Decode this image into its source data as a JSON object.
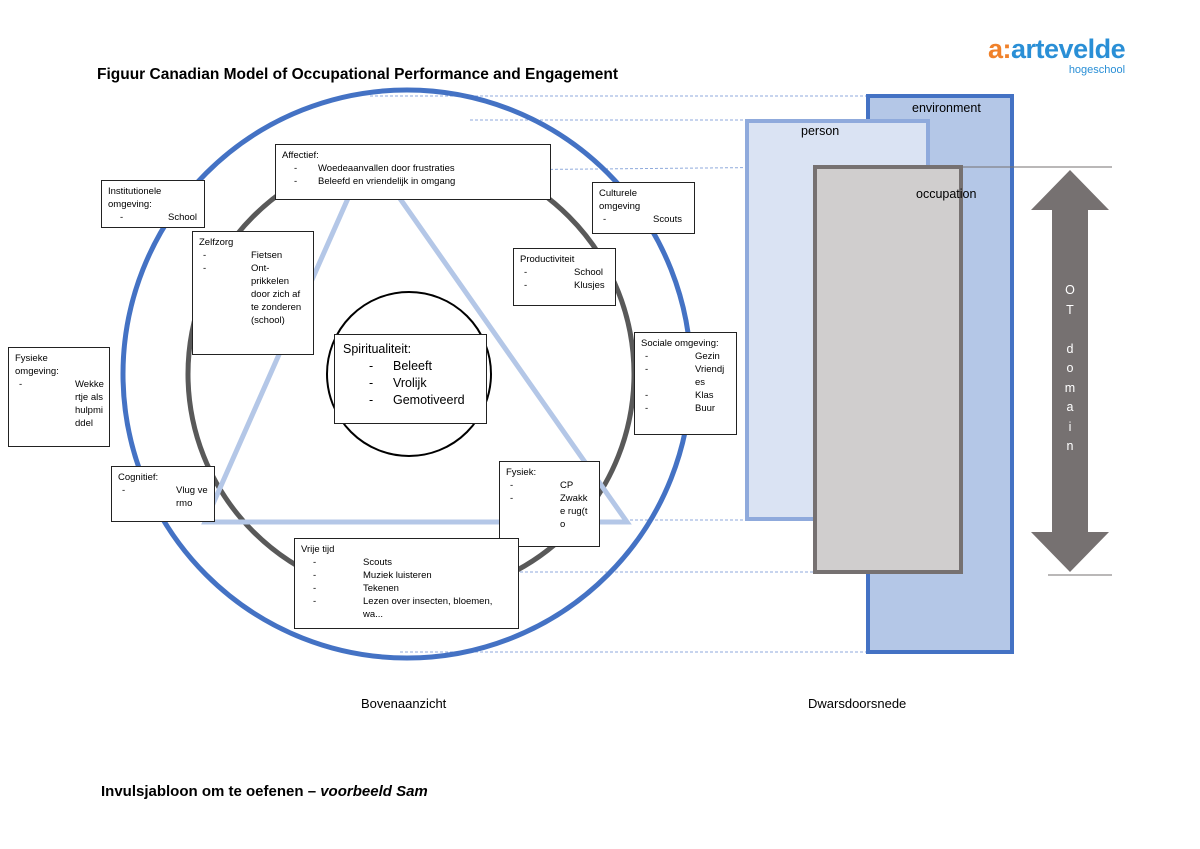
{
  "title": "Figuur Canadian Model of Occupational Performance and Engagement",
  "logo": {
    "brand": "artevelde",
    "sub": "hogeschool"
  },
  "captions": {
    "top_view": "Bovenaanzicht",
    "cross_section": "Dwarsdoorsnede"
  },
  "subtitle": {
    "main": "Invulsjabloon om te oefenen –",
    "italic": "voorbeeld Sam"
  },
  "boxes": {
    "affectief": {
      "title": "Affectief:",
      "items": [
        "Woedeaanvallen door frustraties",
        "Beleefd en vriendelijk in omgang"
      ]
    },
    "institutionele": {
      "title": "Institutionele omgeving:",
      "items": [
        "School"
      ]
    },
    "zelfzorg": {
      "title": "Zelfzorg",
      "items": [
        "Fietsen",
        "Ont-prikkelen door zich af te zonderen (school)"
      ]
    },
    "culturele": {
      "title": "Culturele omgeving",
      "items": [
        "Scouts"
      ]
    },
    "productiviteit": {
      "title": "Productiviteit",
      "items": [
        "School",
        "Klusjes"
      ]
    },
    "sociale": {
      "title": "Sociale omgeving:",
      "items": [
        "Gezin",
        "Vriendjes",
        "Klas",
        "Buur"
      ]
    },
    "fysieke": {
      "title": "Fysieke omgeving:",
      "items": [
        "Wekkertje als hulpmiddel"
      ]
    },
    "spiritualiteit": {
      "title": "Spiritualiteit:",
      "items": [
        "Beleeft",
        "Vrolijk",
        "Gemotiveerd"
      ]
    },
    "cognitief": {
      "title": "Cognitief:",
      "items": [
        "Vlug vermo"
      ]
    },
    "fysiek": {
      "title": "Fysiek:",
      "items": [
        "CP",
        "Zwakke rug(to"
      ]
    },
    "vrije_tijd": {
      "title": "Vrije tijd",
      "items": [
        "Scouts",
        "Muziek luisteren",
        "Tekenen",
        "Lezen over insecten, bloemen, wa..."
      ]
    }
  },
  "cross_section": {
    "environment": "environment",
    "person": "person",
    "occupation": "occupation",
    "ot_domain": [
      "O",
      "T",
      "",
      "d",
      "o",
      "m",
      "a",
      "i",
      "n"
    ]
  },
  "colors": {
    "outer_circle": "#4472c4",
    "middle_circle": "#595959",
    "triangle": "#b4c7e7",
    "environment_fill": "#b4c7e7",
    "environment_border": "#4472c4",
    "person_fill": "#dae3f3",
    "person_border": "#8faadc",
    "occupation_fill": "#d0cece",
    "occupation_border": "#767171",
    "arrow": "#767171"
  }
}
